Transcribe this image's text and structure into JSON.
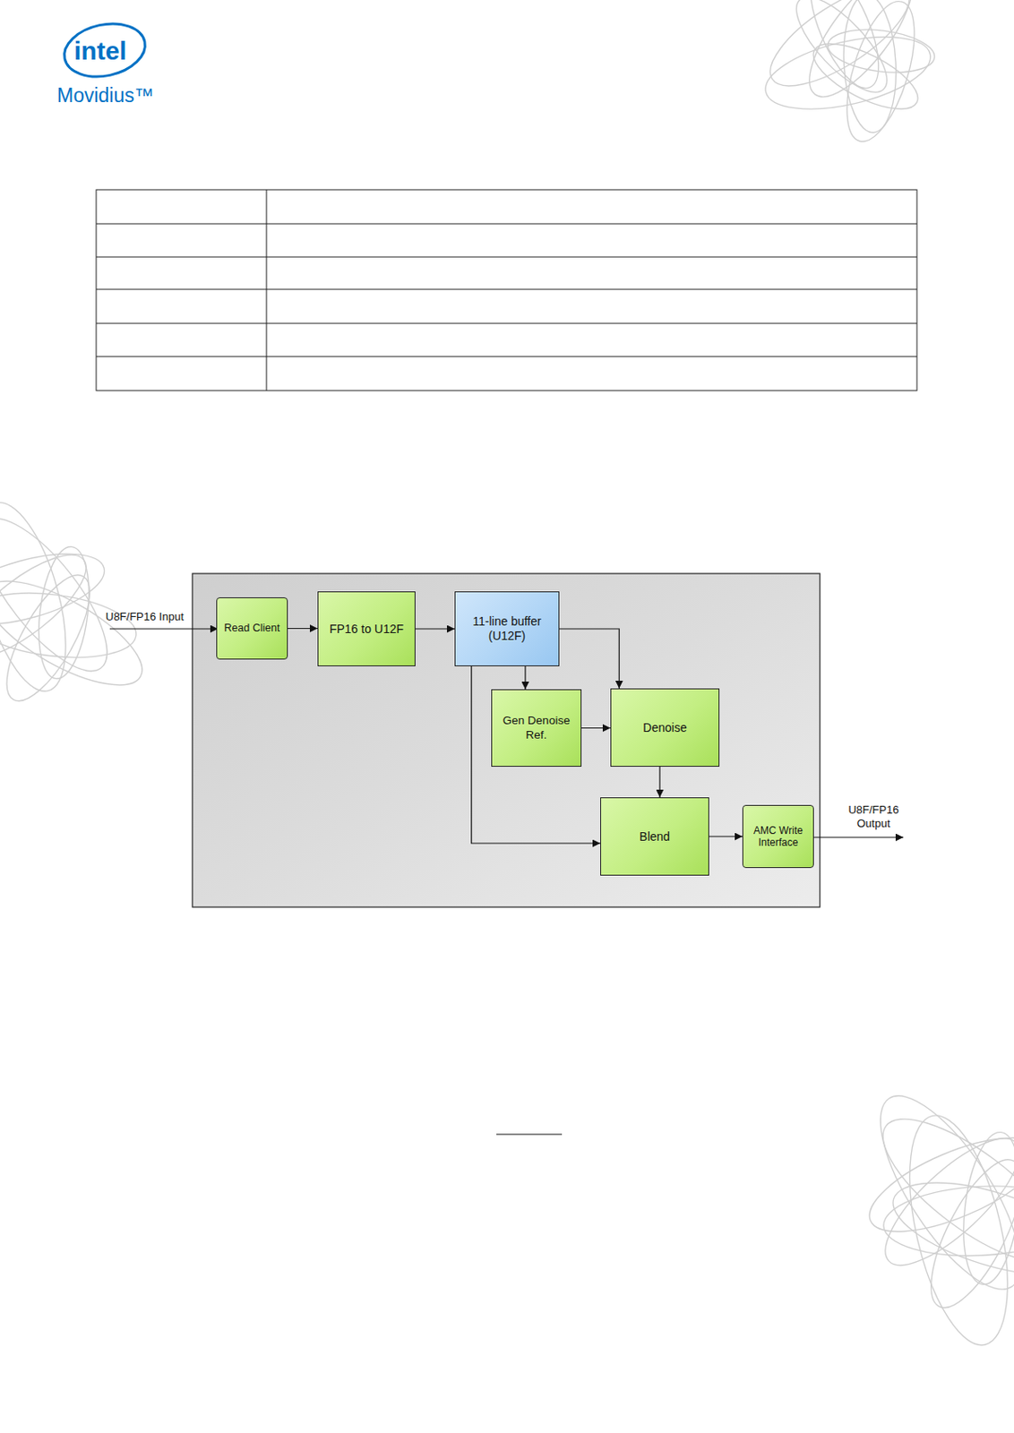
{
  "diagram": {
    "nodes": [
      {
        "text": [
          "Read Client"
        ]
      },
      {
        "text": [
          "FP16 to U12F"
        ]
      },
      {
        "text": [
          "11-line buffer (U12F)"
        ]
      },
      {
        "text": [
          "Gen Denoise Ref."
        ]
      },
      {
        "text": [
          "Denoise"
        ]
      },
      {
        "text": [
          "Blend"
        ]
      },
      {
        "text": [
          "AMC Write Interface"
        ]
      }
    ],
    "edges": [
      {
        "from": 0,
        "to": 1,
        "arrow": "to"
      },
      {
        "from": 1,
        "to": 2,
        "arrow": "to"
      },
      {
        "from": 2,
        "to": 4,
        "arrow": "to"
      },
      {
        "from": 2,
        "to": 3,
        "arrow": "to"
      },
      {
        "from": 3,
        "to": 4,
        "arrow": "to"
      },
      {
        "from": 4,
        "to": 5,
        "arrow": "to"
      },
      {
        "from": 2,
        "to": 5,
        "arrow": "to"
      },
      {
        "from": 5,
        "to": 6,
        "arrow": "to"
      }
    ],
    "labels": [
      "intel",
      "Movidius™",
      "U8F/FP16 Input",
      "U8F/FP16 Output"
    ]
  }
}
